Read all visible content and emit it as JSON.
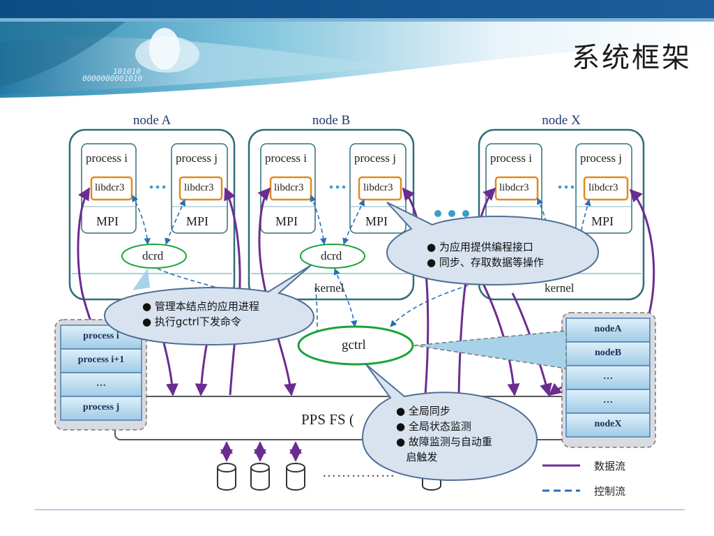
{
  "slide": {
    "title": "系统框架"
  },
  "header": {
    "binary_line1": "101010",
    "binary_line2": "0000000001010"
  },
  "nodes": [
    {
      "title": "node A",
      "process_i": "process i",
      "process_j": "process j",
      "lib": "libdcr3",
      "mpi": "MPI",
      "daemon": "dcrd"
    },
    {
      "title": "node B",
      "process_i": "process i",
      "process_j": "process j",
      "lib": "libdcr3",
      "mpi": "MPI",
      "daemon": "dcrd",
      "kernel": "kernel"
    },
    {
      "title": "node X",
      "process_i": "process i",
      "process_j": "process j",
      "lib": "libdcr3",
      "mpi": "MPI",
      "kernel": "kernel"
    }
  ],
  "gctrl": "gctrl",
  "ppsfs": "PPS FS (",
  "dots": "……………",
  "process_table": [
    "process i",
    "process i+1",
    "…",
    "process j"
  ],
  "node_table": [
    "nodeA",
    "nodeB",
    "…",
    "…",
    "nodeX"
  ],
  "callouts": {
    "dcrd": [
      "管理本结点的应用进程",
      "执行gctrl下发命令"
    ],
    "libdcr3": [
      "为应用提供编程接口",
      "同步、存取数据等操作"
    ],
    "gctrl": [
      "全局同步",
      "全局状态监测",
      "故障监测与自动重",
      "启触发"
    ]
  },
  "legend": {
    "data_flow": "数据流",
    "control_flow": "控制流"
  },
  "colors": {
    "data_flow": "#6a2c91",
    "control_flow": "#2a6fb4",
    "node_border": "#2e6e7a",
    "lib_border": "#e08a1e",
    "daemon_border": "#1aa33a"
  }
}
